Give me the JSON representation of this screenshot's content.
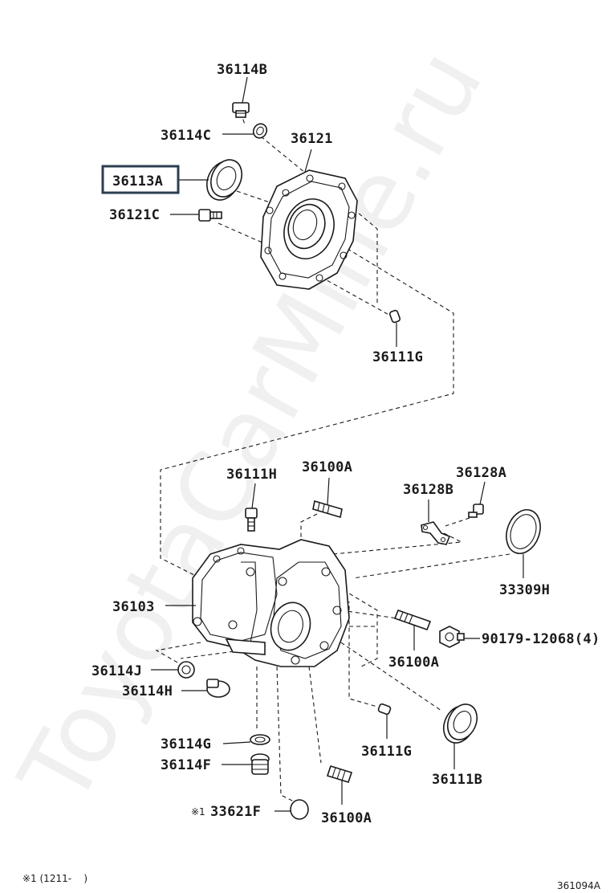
{
  "watermark": "ToyotaCarMine.ru",
  "parts": {
    "p36114B": "36114B",
    "p36114C": "36114C",
    "p36121": "36121",
    "p36113A": "36113A",
    "p36121C": "36121C",
    "p36111G_top": "36111G",
    "p36111H": "36111H",
    "p36100A_top": "36100A",
    "p36128B": "36128B",
    "p36128A": "36128A",
    "p33309H": "33309H",
    "p36103": "36103",
    "p90179": "90179-12068(4)",
    "p36100A_mid": "36100A",
    "p36114J": "36114J",
    "p36114H": "36114H",
    "p36114G": "36114G",
    "p36114F": "36114F",
    "p36111G_bot": "36111G",
    "p36111B": "36111B",
    "p33621F": "33621F",
    "p36100A_bot": "36100A"
  },
  "note_mark": "※1",
  "footnote": "※1 (1211-    )",
  "diagram_id": "361094A",
  "highlight_color": "#2c3e50"
}
